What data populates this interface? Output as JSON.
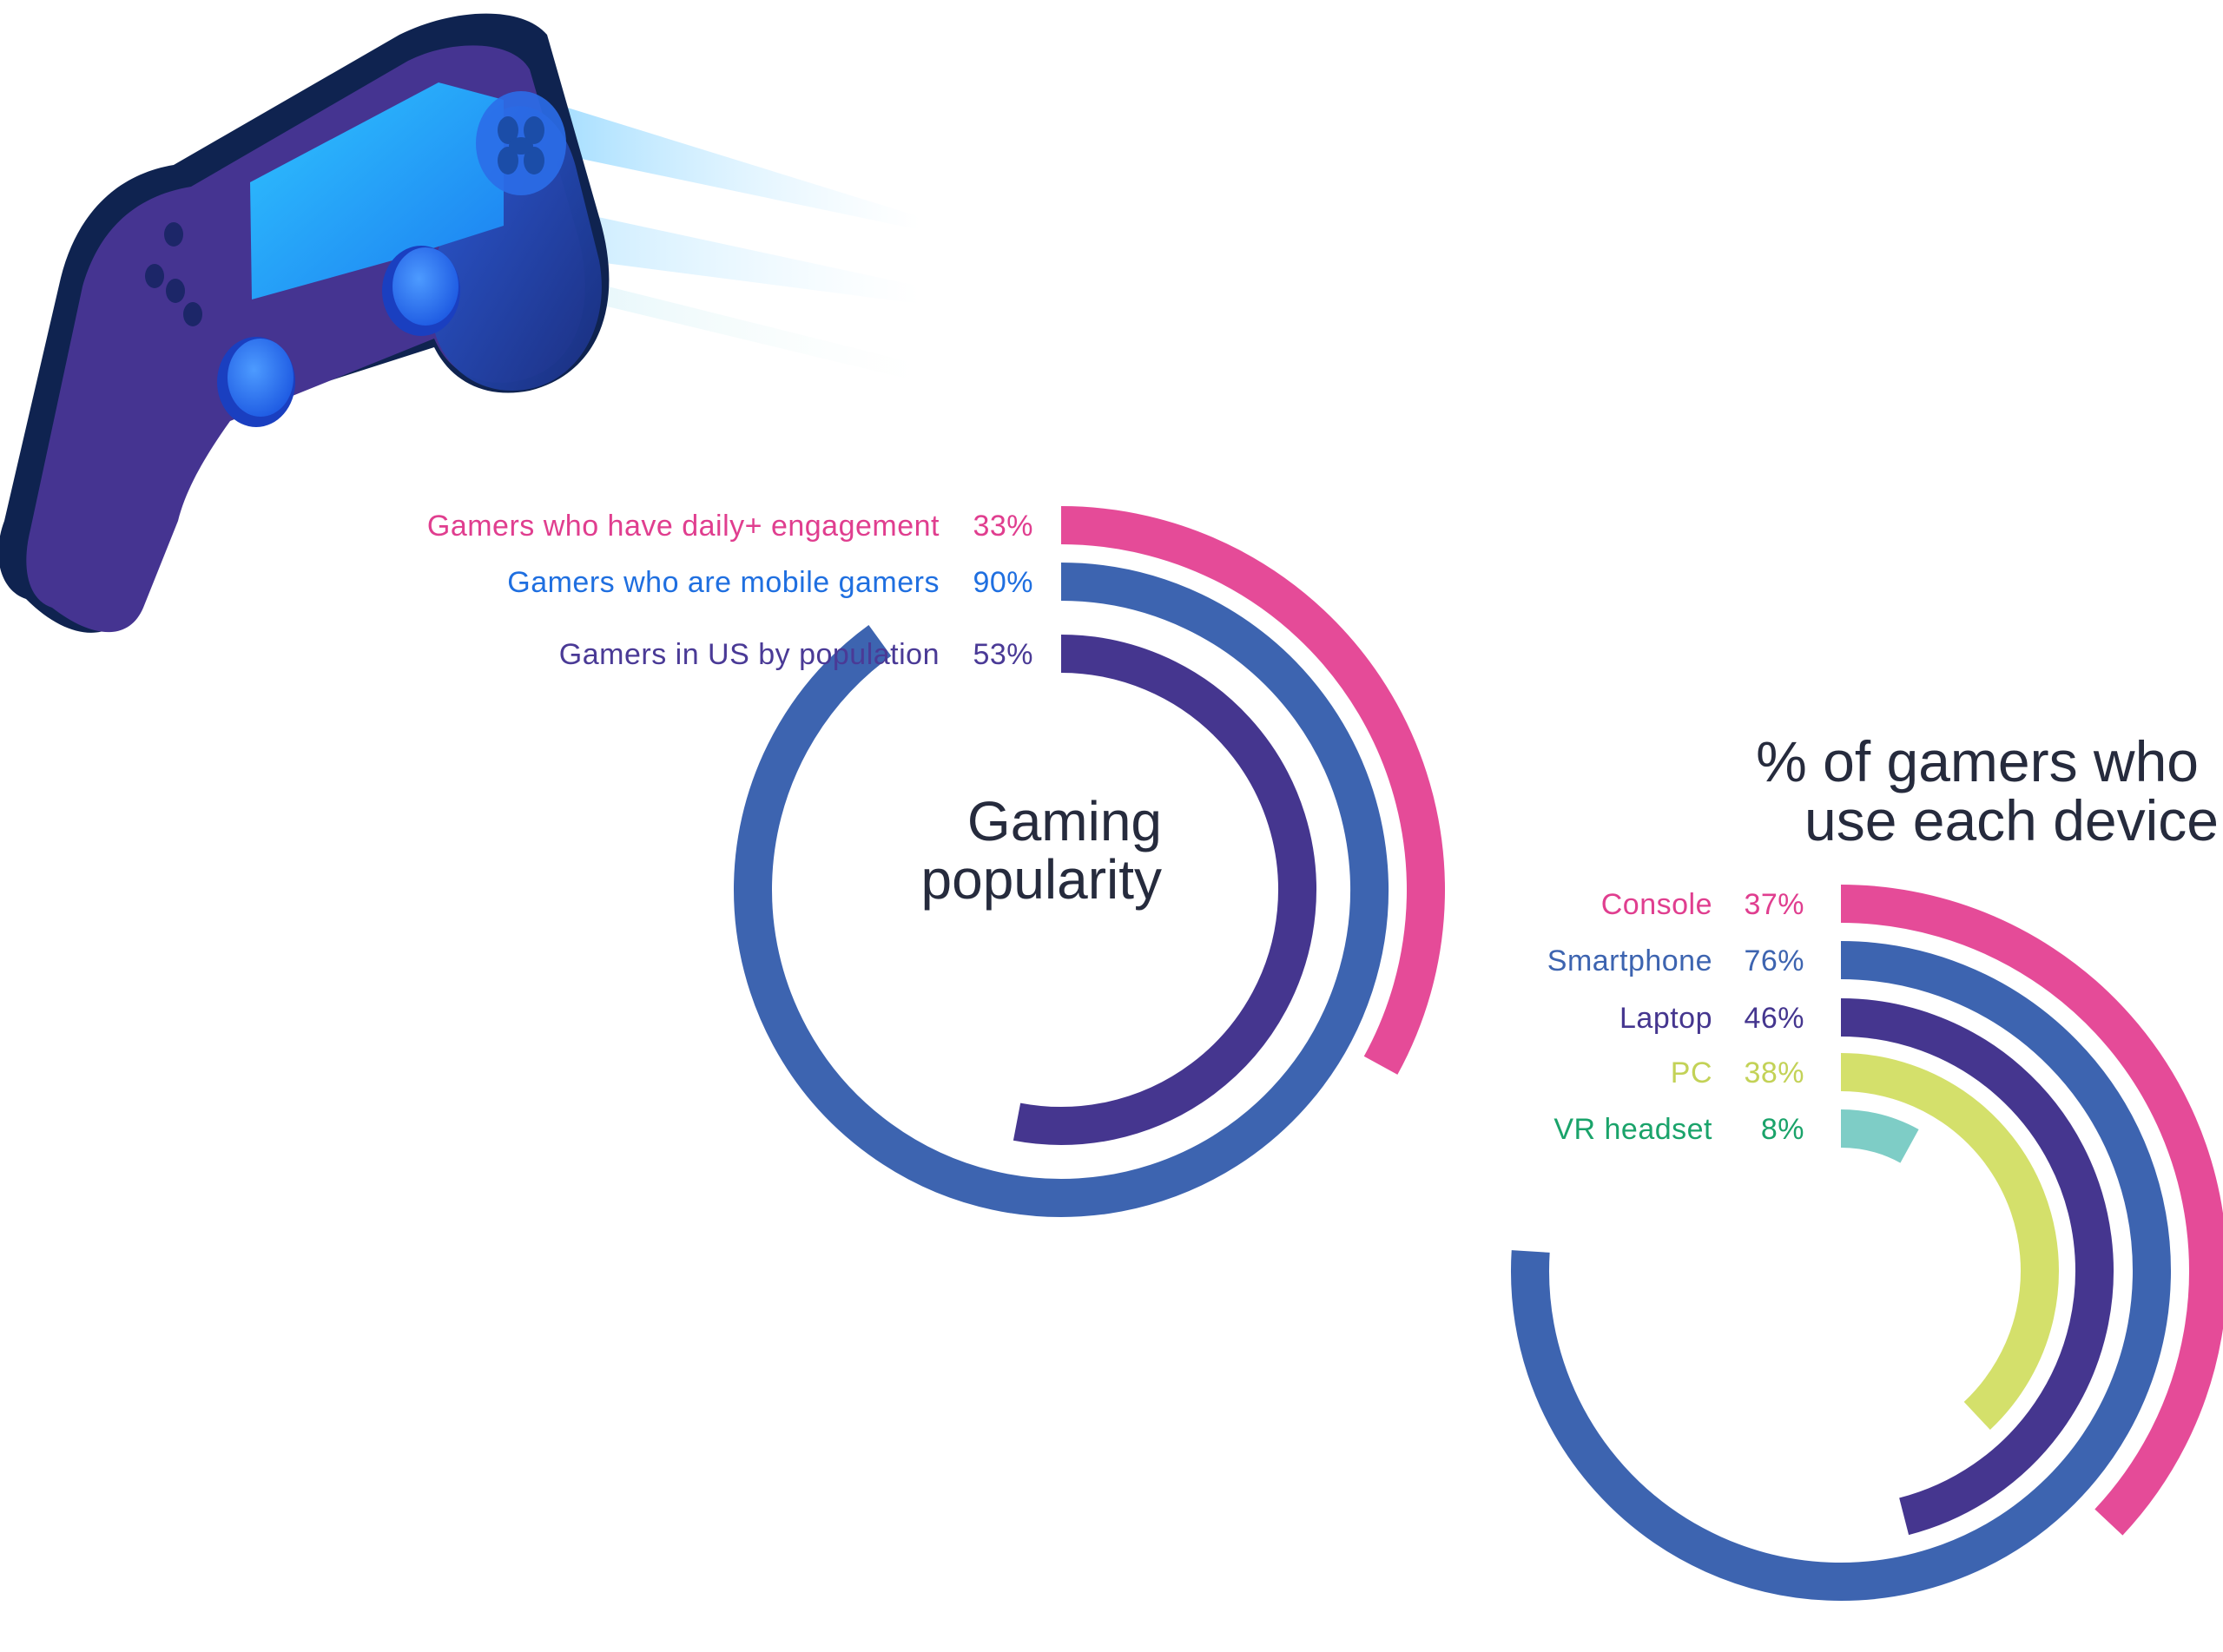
{
  "charts_meta": {
    "popularity": {
      "title_line1": "Gaming",
      "title_line2": "popularity"
    },
    "devices": {
      "title_line1": "% of gamers who",
      "title_line2": "use each device"
    }
  },
  "chart_data": [
    {
      "type": "radial-bar",
      "title": "Gaming popularity",
      "unit": "%",
      "series": [
        {
          "label": "Gamers who have daily+ engagement",
          "value": 33,
          "display": "33%",
          "color": "#e54b98"
        },
        {
          "label": "Gamers who are mobile gamers",
          "value": 90,
          "display": "90%",
          "color": "#3d64b0"
        },
        {
          "label": "Gamers in US by population",
          "value": 53,
          "display": "53%",
          "color": "#45368f"
        }
      ],
      "label_colors": [
        "#e03e8f",
        "#1f6fe0",
        "#4a3a96"
      ],
      "max": 100
    },
    {
      "type": "radial-bar",
      "title": "% of gamers who use each device",
      "unit": "%",
      "series": [
        {
          "label": "Console",
          "value": 37,
          "display": "37%",
          "color": "#e54b98"
        },
        {
          "label": "Smartphone",
          "value": 76,
          "display": "76%",
          "color": "#3d64b0"
        },
        {
          "label": "Laptop",
          "value": 46,
          "display": "46%",
          "color": "#45368f"
        },
        {
          "label": "PC",
          "value": 38,
          "display": "38%",
          "color": "#d4e06b"
        },
        {
          "label": "VR headset",
          "value": 8,
          "display": "8%",
          "color": "#7ecdc6"
        }
      ],
      "label_colors": [
        "#e03e8f",
        "#3d64b0",
        "#45368f",
        "#c3d257",
        "#1aa36a"
      ],
      "max": 100
    }
  ],
  "illustration": {
    "icon": "gamepad-icon"
  }
}
